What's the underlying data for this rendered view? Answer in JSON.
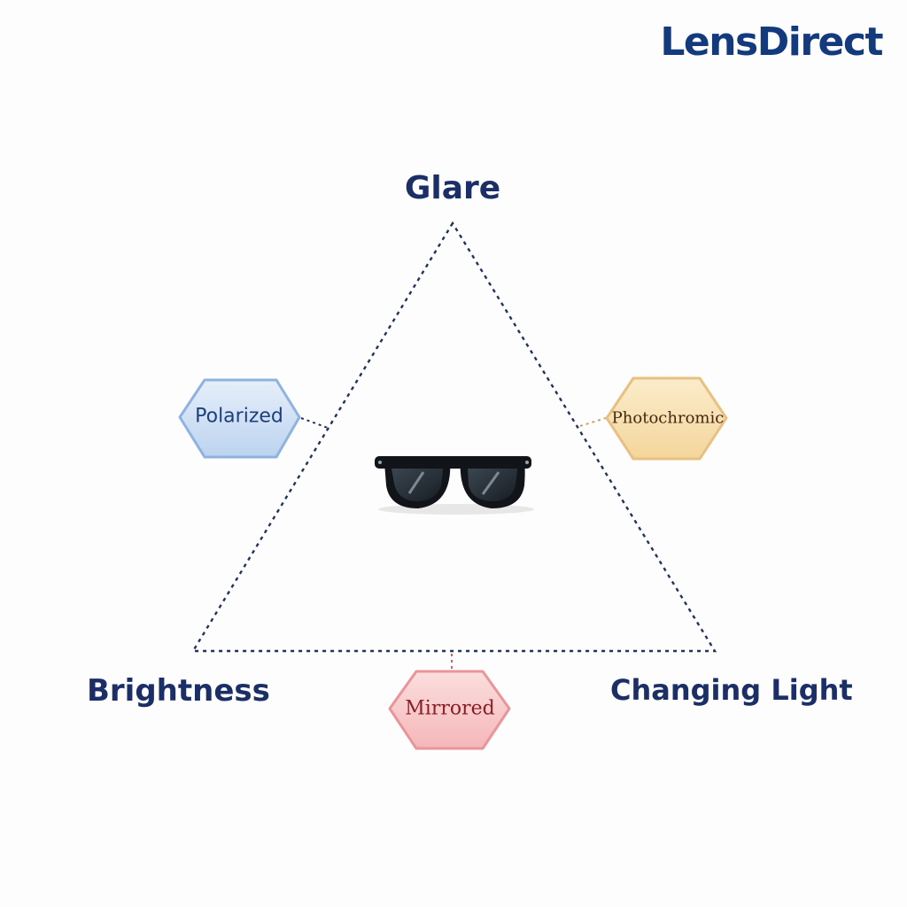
{
  "brand": {
    "name": "LensDirect"
  },
  "diagram": {
    "vertices": {
      "top": "Glare",
      "left": "Brightness",
      "right": "Changing Light"
    },
    "center_icon": "sunglasses-icon",
    "badges": [
      {
        "label": "Polarized",
        "side": "left",
        "color": "#a9c6e8"
      },
      {
        "label": "Photochromic",
        "side": "right",
        "color": "#f3d69b"
      },
      {
        "label": "Mirrored",
        "side": "bottom",
        "color": "#f5b7b9"
      }
    ]
  },
  "colors": {
    "brand": "#123a7c",
    "text": "#1b2f66",
    "triangle": "#22325c",
    "polarized": "#a9c6e8",
    "photochromic": "#f3d69b",
    "mirrored": "#f5b7b9"
  }
}
